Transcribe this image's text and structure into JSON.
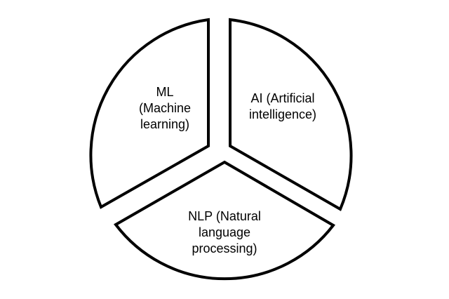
{
  "diagram": {
    "type": "segmented circle (three segments)",
    "segments": [
      {
        "id": "ml",
        "lines": [
          "ML",
          "(Machine",
          "learning)"
        ]
      },
      {
        "id": "ai",
        "lines": [
          "AI (Artificial",
          "intelligence)"
        ]
      },
      {
        "id": "nlp",
        "lines": [
          "NLP (Natural",
          "language",
          "processing)"
        ]
      }
    ],
    "colors": {
      "stroke": "#000000",
      "fill": "#ffffff",
      "background": "#ffffff"
    }
  }
}
